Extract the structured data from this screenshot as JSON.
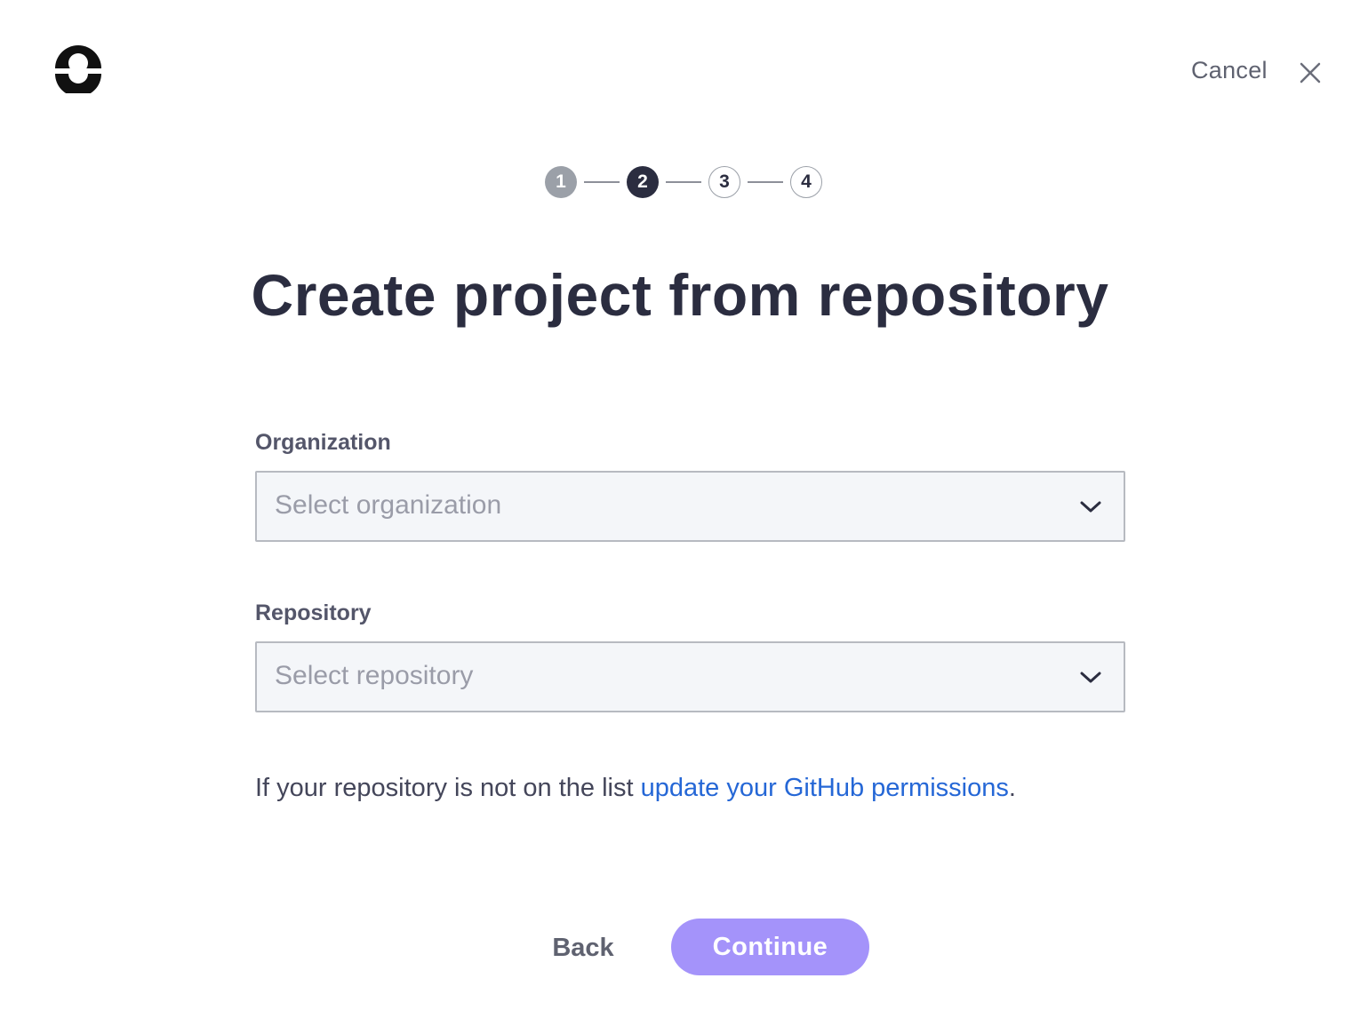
{
  "header": {
    "logo_icon": "ring-logo-icon",
    "cancel_label": "Cancel",
    "close_icon": "close-icon"
  },
  "stepper": {
    "steps": [
      {
        "label": "1",
        "state": "done"
      },
      {
        "label": "2",
        "state": "active"
      },
      {
        "label": "3",
        "state": "pending"
      },
      {
        "label": "4",
        "state": "pending"
      }
    ]
  },
  "title": "Create project from repository",
  "form": {
    "organization": {
      "label": "Organization",
      "placeholder": "Select organization"
    },
    "repository": {
      "label": "Repository",
      "placeholder": "Select repository"
    }
  },
  "help": {
    "text": "If your repository is not on the list",
    "link_text": "update your GitHub permissions",
    "suffix": "."
  },
  "actions": {
    "back_label": "Back",
    "continue_label": "Continue"
  },
  "colors": {
    "title": "#2b2d40",
    "link": "#2567d6",
    "primary_button": "#a493fa",
    "step_done": "#9ba0a8",
    "step_active": "#2b2d40"
  }
}
